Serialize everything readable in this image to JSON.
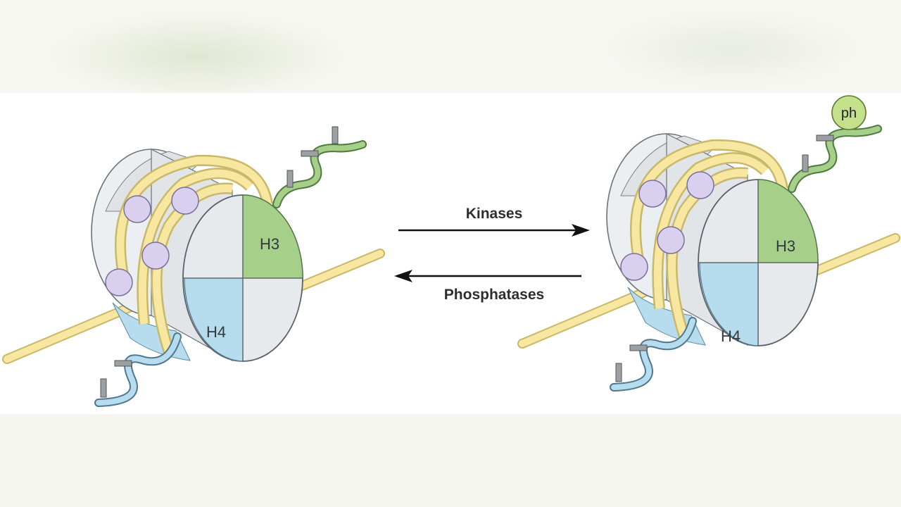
{
  "nucleosome_before": {
    "h3_label": "H3",
    "h4_label": "H4"
  },
  "nucleosome_after": {
    "h3_label": "H3",
    "h4_label": "H4",
    "phospho_label": "ph"
  },
  "arrows": {
    "forward_label": "Kinases",
    "reverse_label": "Phosphatases"
  },
  "colors": {
    "dna": "#f7e7a0",
    "dna_outline": "#c9b86a",
    "h3": "#a6d08a",
    "h4": "#b6dcee",
    "core": "#e4e8ec",
    "bead": "#d9cfee",
    "phospho": "#c5e08a"
  }
}
